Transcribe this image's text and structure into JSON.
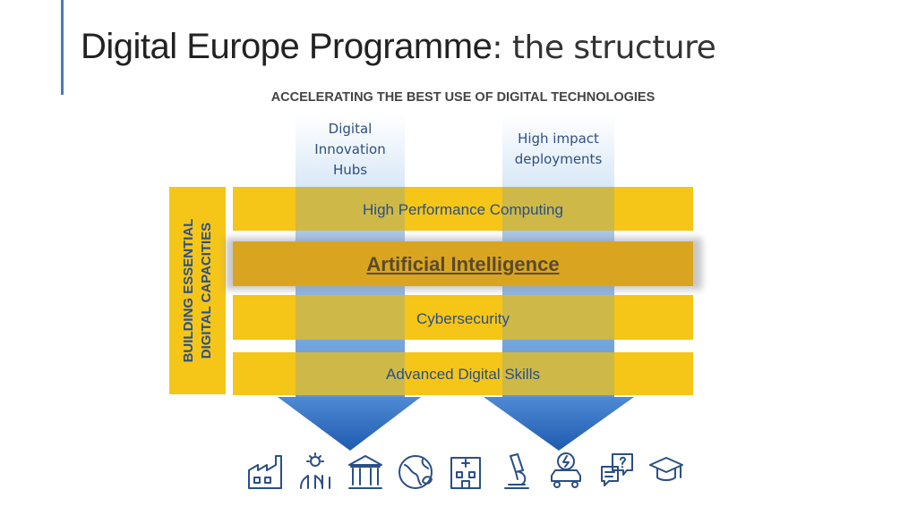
{
  "header": {
    "title_bold": "Digital Europe Programme",
    "title_rest": ": the structure",
    "subtitle": "ACCELERATING THE BEST USE OF DIGITAL TECHNOLOGIES"
  },
  "pillars": [
    {
      "label_lines": [
        "Digital",
        "Innovation",
        "Hubs"
      ]
    },
    {
      "label_lines": [
        "High impact",
        "deployments"
      ]
    }
  ],
  "side_label": {
    "line1": "BUILDING ESSENTIAL",
    "line2": "DIGITAL CAPACITIES"
  },
  "rows": [
    {
      "label": "High Performance Computing"
    },
    {
      "label": "Artificial Intelligence"
    },
    {
      "label": "Cybersecurity"
    },
    {
      "label": "Advanced Digital Skills"
    }
  ],
  "icons": [
    "factory-icon",
    "agriculture-icon",
    "government-building-icon",
    "globe-leaf-icon",
    "hospital-icon",
    "microscope-icon",
    "electric-car-icon",
    "chat-help-icon",
    "graduation-cap-icon"
  ],
  "colors": {
    "yellow": "#f5c518",
    "highlight_row": "#d9a521",
    "blue_column": "#5b93d6",
    "arrow_blue": "#2f6fc0",
    "text_blue": "#2a4f86",
    "accent_line": "#4a7ab8"
  }
}
